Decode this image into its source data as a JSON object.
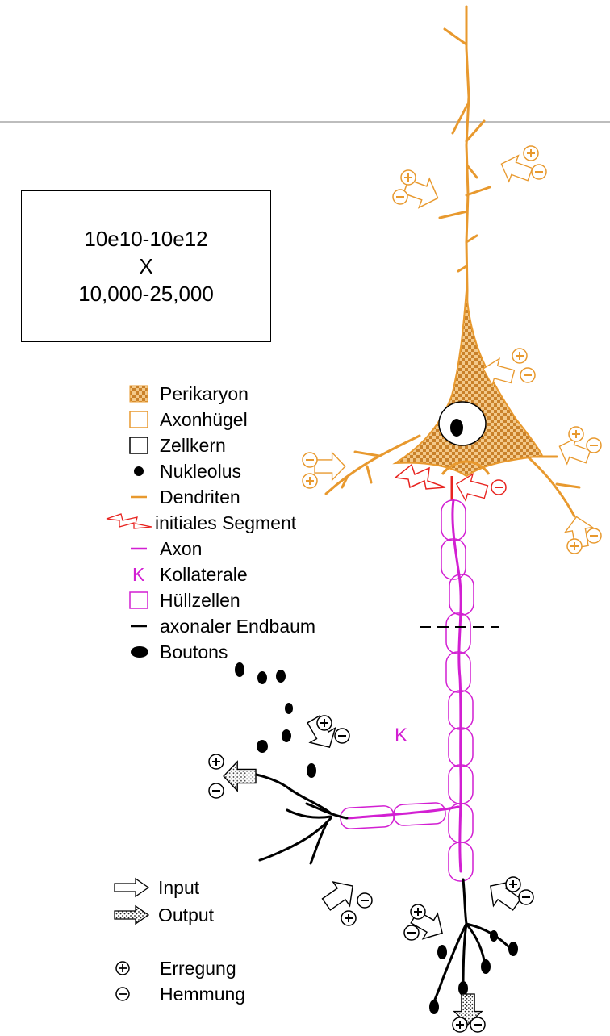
{
  "stats_box": {
    "line1": "10e10-10e12",
    "line2": "X",
    "line3": "10,000-25,000"
  },
  "legend": [
    {
      "icon": "perikaryon-swatch",
      "label": "Perikaryon"
    },
    {
      "icon": "axonhuegel-swatch",
      "label": "Axonhügel"
    },
    {
      "icon": "zellkern-swatch",
      "label": "Zellkern"
    },
    {
      "icon": "nukleolus-dot",
      "label": "Nukleolus"
    },
    {
      "icon": "dendrite-line",
      "label": "Dendriten"
    },
    {
      "icon": "lightning-icon",
      "label": "initiales Segment"
    },
    {
      "icon": "axon-line",
      "label": "Axon"
    },
    {
      "icon": "k-letter",
      "symbol": "K",
      "label": "Kollaterale"
    },
    {
      "icon": "huellzellen-swatch",
      "label": "Hüllzellen"
    },
    {
      "icon": "endbaum-line",
      "label": "axonaler Endbaum"
    },
    {
      "icon": "bouton-ellipse",
      "label": "Boutons"
    }
  ],
  "collateral_label": "K",
  "io_legend": {
    "input": "Input",
    "output": "Output"
  },
  "sign_legend": {
    "excitation": "Erregung",
    "inhibition": "Hemmung"
  },
  "colors": {
    "dendrite": "#e8992e",
    "axon": "#d21fd2",
    "initial_segment": "#e8231f",
    "endbaum": "#000000",
    "box_border": "#000000"
  }
}
